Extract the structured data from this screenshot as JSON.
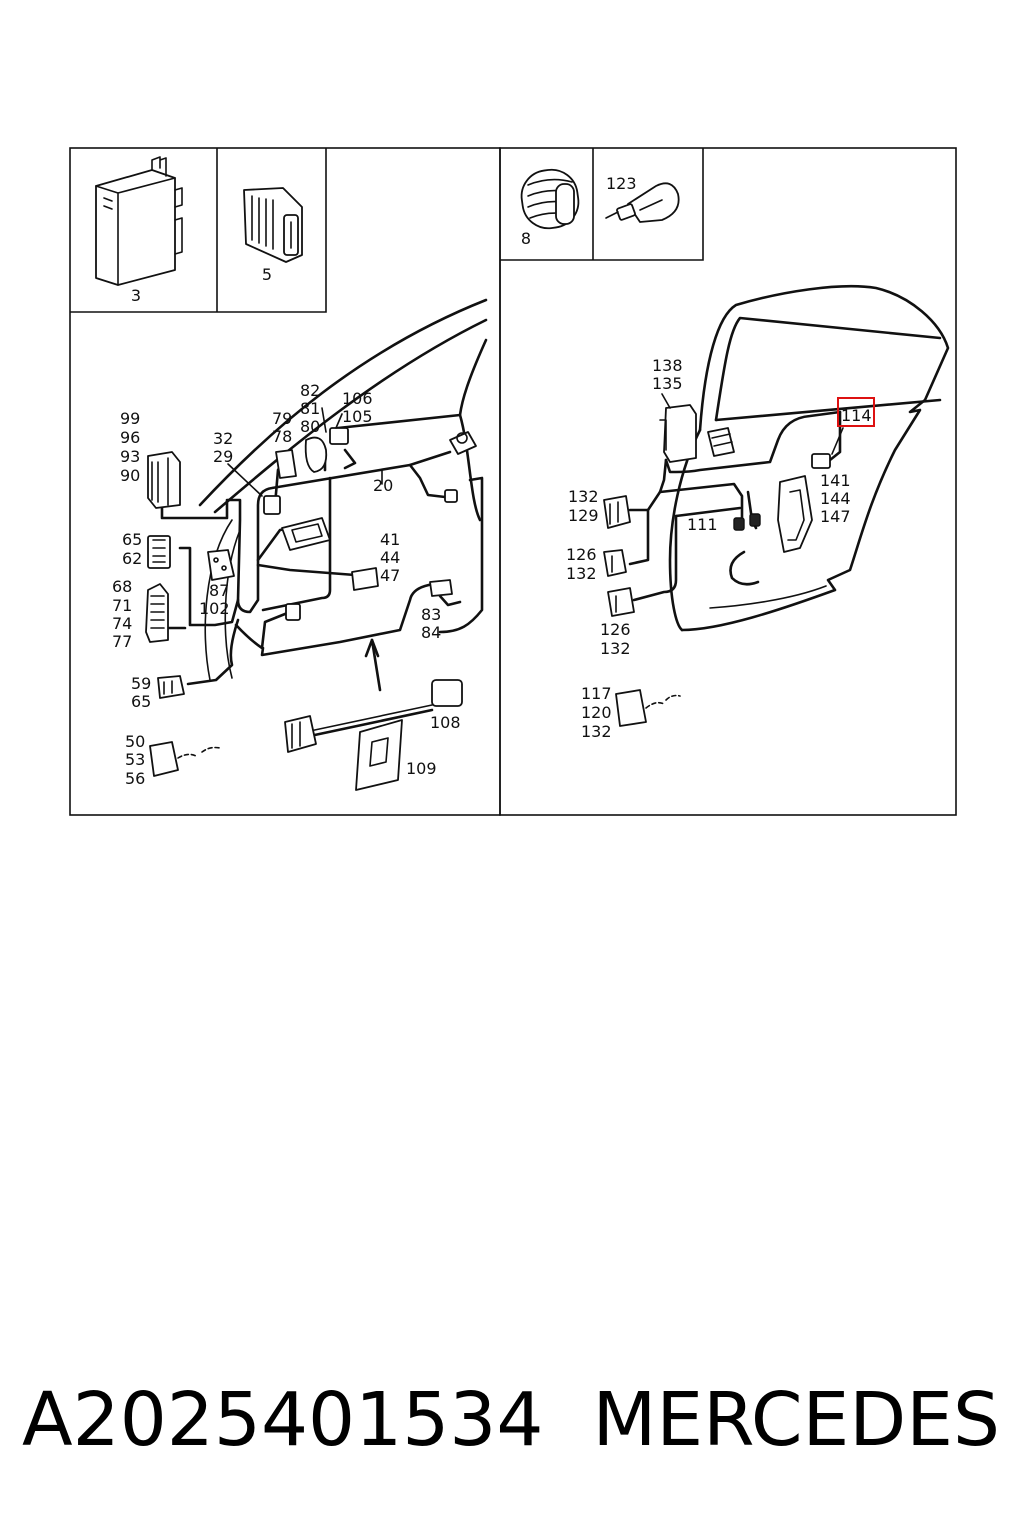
{
  "diagram": {
    "highlight_color": "#d11111",
    "left_panel": {
      "inset_a_label": "3",
      "inset_b_label": "5",
      "callouts": {
        "c82": "82",
        "c81": "81",
        "c80": "80",
        "c106": "106",
        "c105": "105",
        "c79": "79",
        "c78": "78",
        "c32": "32",
        "c29": "29",
        "c99": "99",
        "c96": "96",
        "c93": "93",
        "c90": "90",
        "c20": "20",
        "c65a": "65",
        "c62": "62",
        "c87": "87",
        "c102": "102",
        "c41": "41",
        "c44": "44",
        "c47": "47",
        "c68": "68",
        "c71": "71",
        "c74": "74",
        "c77": "77",
        "c83": "83",
        "c84": "84",
        "c59": "59",
        "c65b": "65",
        "c108": "108",
        "c109": "109",
        "c50": "50",
        "c53": "53",
        "c56": "56"
      }
    },
    "right_panel": {
      "inset_a_label": "8",
      "inset_b_label": "123",
      "callouts": {
        "c138": "138",
        "c135": "135",
        "c114": "114",
        "c141": "141",
        "c144": "144",
        "c147": "147",
        "c132a": "132",
        "c129": "129",
        "c111": "111",
        "c126a": "126",
        "c132b": "132",
        "c126b": "126",
        "c132c": "132",
        "c117": "117",
        "c120": "120",
        "c132d": "132"
      }
    }
  },
  "footer": {
    "part_number": "A2025401534",
    "brand": "MERCEDES"
  }
}
